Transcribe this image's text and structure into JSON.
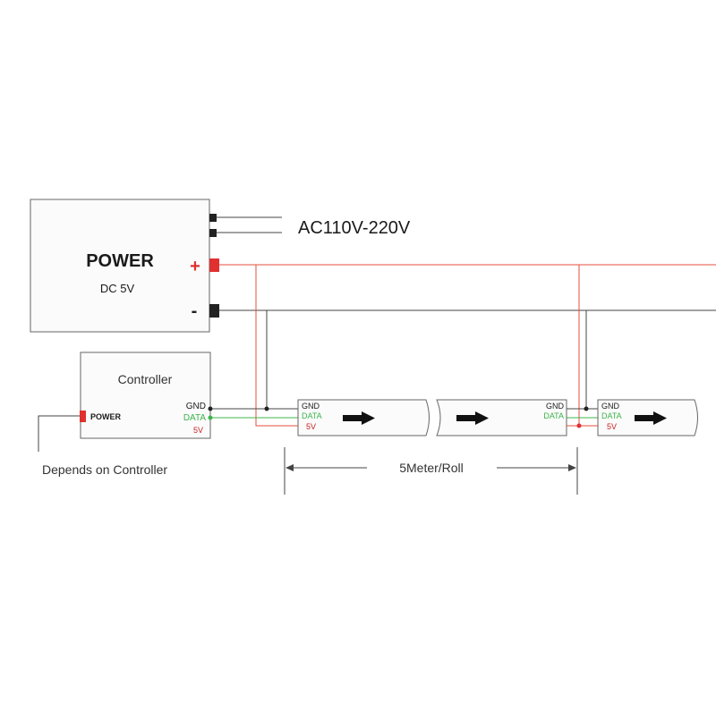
{
  "colors": {
    "red": "#e74c3c",
    "red_dark": "#cc2222",
    "green": "#3cb44b",
    "black": "#333333",
    "box_fill": "#fbfbfb",
    "box_stroke": "#666666"
  },
  "power_supply": {
    "title": "POWER",
    "voltage": "DC 5V",
    "plus_sign": "+",
    "minus_sign": "-"
  },
  "ac_input": {
    "label": "AC110V-220V"
  },
  "controller": {
    "title": "Controller",
    "power_label": "POWER",
    "pin_gnd": "GND",
    "pin_data": "DATA",
    "pin_5v": "5V"
  },
  "strips": [
    {
      "pin_gnd": "GND",
      "pin_data": "DATA",
      "pin_5v": "5V",
      "pins_side": "left",
      "arrow": "right"
    },
    {
      "pin_gnd": "GND",
      "pin_data": "DATA",
      "pins_side": "right",
      "arrow": "right"
    },
    {
      "pin_gnd": "GND",
      "pin_data": "DATA",
      "pin_5v": "5V",
      "pins_side": "left",
      "arrow": "right"
    }
  ],
  "dimension": {
    "label": "5Meter/Roll"
  },
  "notes": {
    "controller_power": "Depends on Controller"
  }
}
